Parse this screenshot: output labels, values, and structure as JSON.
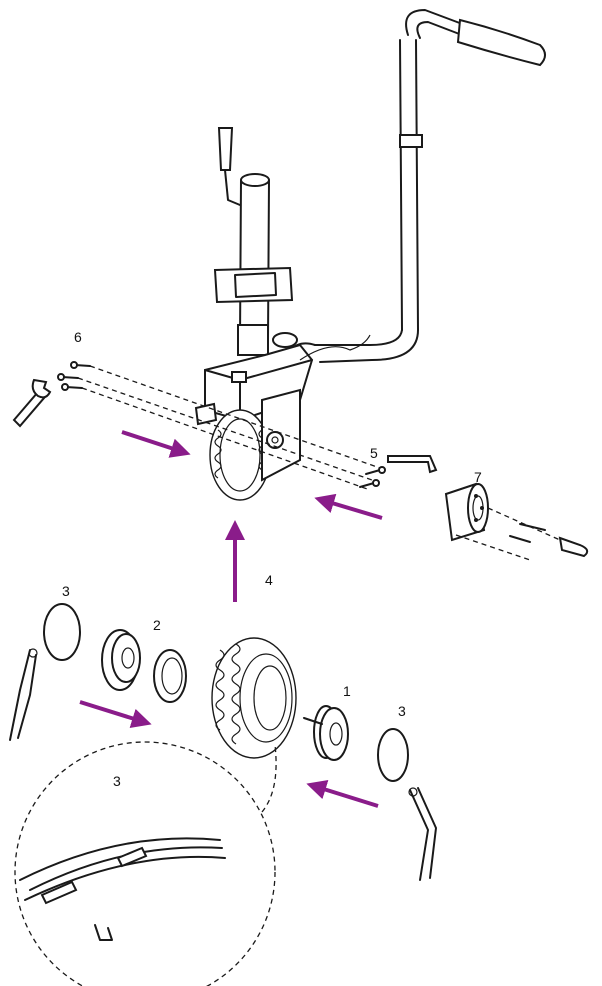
{
  "callouts": {
    "hub": "1",
    "bearing": "2",
    "circlip_left": "3",
    "circlip_right": "3",
    "circlip_detail": "3",
    "assembly_arrow": "4",
    "bolts_right": "5",
    "bolts_left": "6",
    "motor": "7"
  },
  "colors": {
    "arrow": "#8a1c8a",
    "line": "#1a1a1a"
  }
}
